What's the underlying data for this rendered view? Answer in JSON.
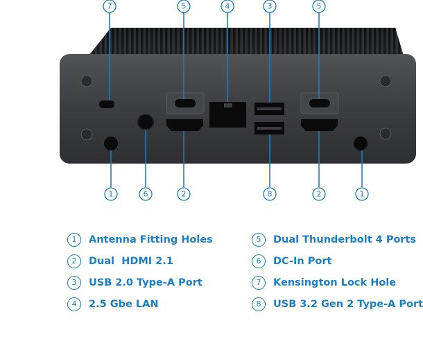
{
  "callouts": {
    "top": [
      "7",
      "5",
      "4",
      "3",
      "5"
    ],
    "bottom": [
      "1",
      "6",
      "2",
      "8",
      "2",
      "1"
    ]
  },
  "legend": {
    "left": [
      {
        "num": "1",
        "label": "Antenna Fitting Holes"
      },
      {
        "num": "2",
        "label": "Dual  HDMI 2.1"
      },
      {
        "num": "3",
        "label": "USB 2.0 Type-A Port"
      },
      {
        "num": "4",
        "label": "2.5 Gbe LAN"
      }
    ],
    "right": [
      {
        "num": "5",
        "label": "Dual Thunderbolt 4 Ports"
      },
      {
        "num": "6",
        "label": "DC-In Port"
      },
      {
        "num": "7",
        "label": "Kensington Lock Hole"
      },
      {
        "num": "8",
        "label": "USB 3.2 Gen 2 Type-A Port"
      }
    ]
  },
  "colors": {
    "accent": "#1a7fc4",
    "chassis": "#3a3b3d",
    "fins": "#1c1d1f"
  }
}
